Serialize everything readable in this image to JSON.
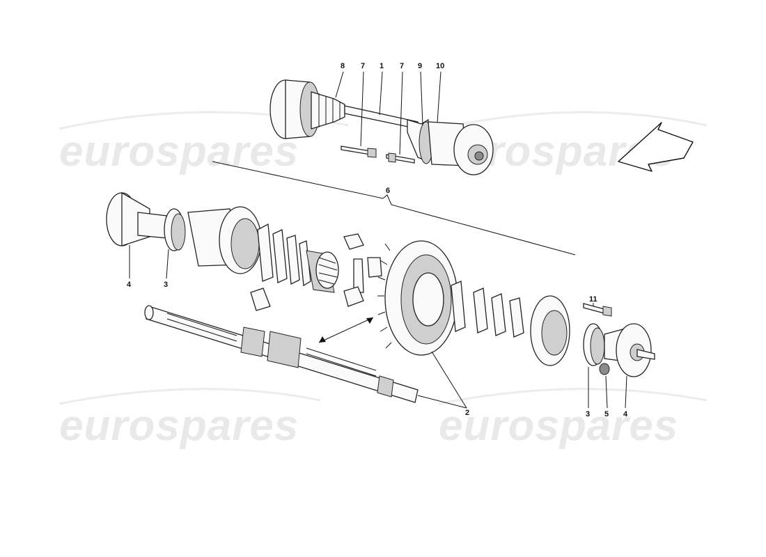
{
  "watermarks": [
    "eurospares",
    "eurospares",
    "eurospares",
    "eurospares"
  ],
  "callouts": {
    "c8": "8",
    "c7a": "7",
    "c1": "1",
    "c7b": "7",
    "c9": "9",
    "c10": "10",
    "c6": "6",
    "c4left": "4",
    "c3left": "3",
    "c11": "11",
    "c2": "2",
    "c3right": "3",
    "c5": "5",
    "c4right": "4"
  }
}
